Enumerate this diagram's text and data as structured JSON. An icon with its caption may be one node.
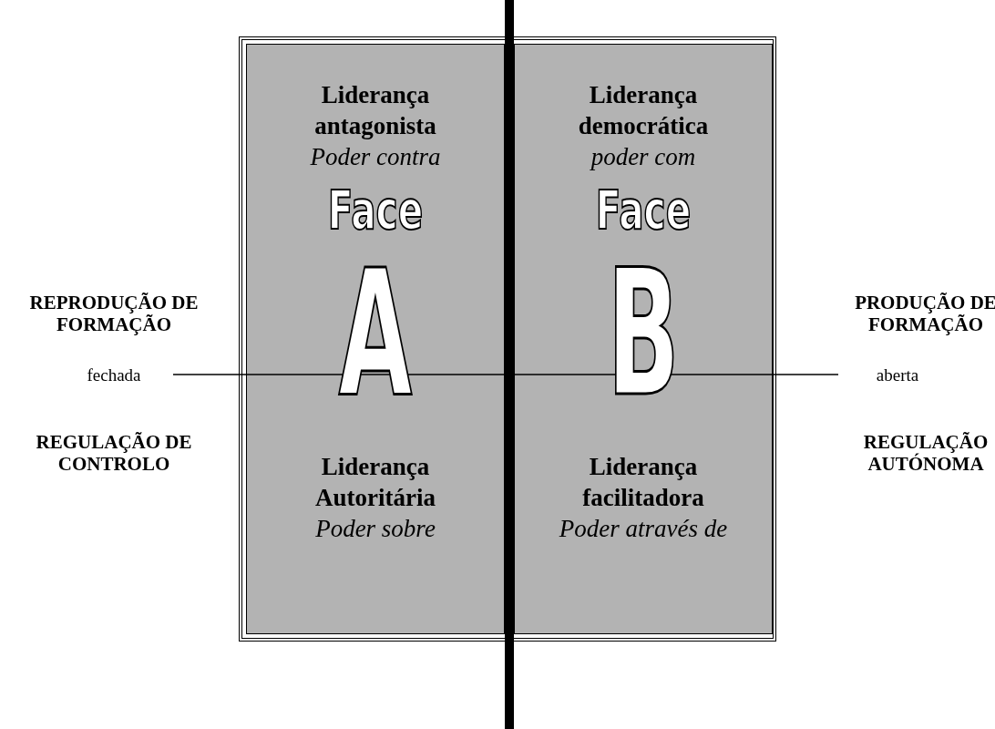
{
  "diagram": {
    "nodes": [
      {
        "text": [],
        "shape": "box"
      },
      {
        "text": [
          "Liderança antagonista",
          "Poder contra",
          "Face",
          "A",
          "Liderança Autoritária",
          "Poder sobre"
        ],
        "in": 0
      },
      {
        "text": [
          "Liderança democrática",
          "poder com",
          "Face",
          "B",
          "Liderança facilitadora",
          "Poder através de"
        ],
        "in": 0
      }
    ],
    "edges": [],
    "labels": [
      "REPRODUÇÃO DE FORMAÇÃO",
      "PRODUÇÃO DE FORMAÇÃO",
      "fechada",
      "aberta",
      "REGULAÇÃO DE CONTROLO",
      "REGULAÇÃO AUTÓNOMA"
    ]
  }
}
